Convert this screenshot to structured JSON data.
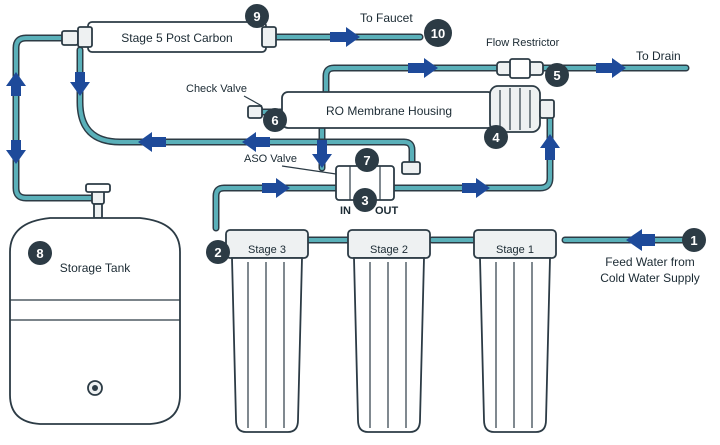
{
  "title": "",
  "components": {
    "stage5": "Stage 5 Post Carbon",
    "to_faucet": "To Faucet",
    "flow_restrictor": "Flow Restrictor",
    "to_drain": "To Drain",
    "check_valve": "Check Valve",
    "ro_membrane": "RO Membrane Housing",
    "aso_valve": "ASO Valve",
    "aso_in": "IN",
    "aso_out": "OUT",
    "storage_tank": "Storage Tank",
    "stage3": "Stage 3",
    "stage2": "Stage 2",
    "stage1": "Stage 1",
    "feed_line1": "Feed Water from",
    "feed_line2": "Cold Water Supply"
  },
  "badges": [
    "1",
    "2",
    "3",
    "4",
    "5",
    "6",
    "7",
    "8",
    "9",
    "10"
  ],
  "colors": {
    "tube_outline": "#2c3b45",
    "tube_fill": "#5ab0b9",
    "arrow": "#1e4a9a",
    "badge": "#2c3b45"
  }
}
